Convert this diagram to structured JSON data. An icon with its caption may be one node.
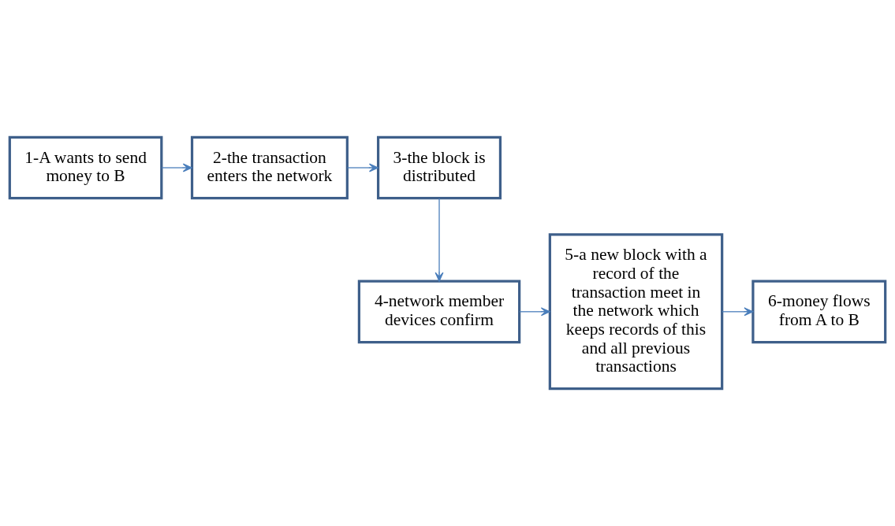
{
  "diagram": {
    "nodes": [
      {
        "text": [
          "1-A wants to send money to B"
        ]
      },
      {
        "text": [
          "2-the transaction enters the network"
        ]
      },
      {
        "text": [
          "3-the block is distributed"
        ]
      },
      {
        "text": [
          "4-network member devices confirm"
        ]
      },
      {
        "text": [
          "5-a new block with a record of the transaction meet in the network which keeps records of this and all previous transactions"
        ]
      },
      {
        "text": [
          "6-money flows from A to B"
        ]
      }
    ],
    "edges": [
      {
        "from": 0,
        "to": 1,
        "arrow": "to"
      },
      {
        "from": 1,
        "to": 2,
        "arrow": "to"
      },
      {
        "from": 2,
        "to": 3,
        "arrow": "to"
      },
      {
        "from": 3,
        "to": 4,
        "arrow": "to"
      },
      {
        "from": 4,
        "to": 5,
        "arrow": "to"
      }
    ]
  }
}
